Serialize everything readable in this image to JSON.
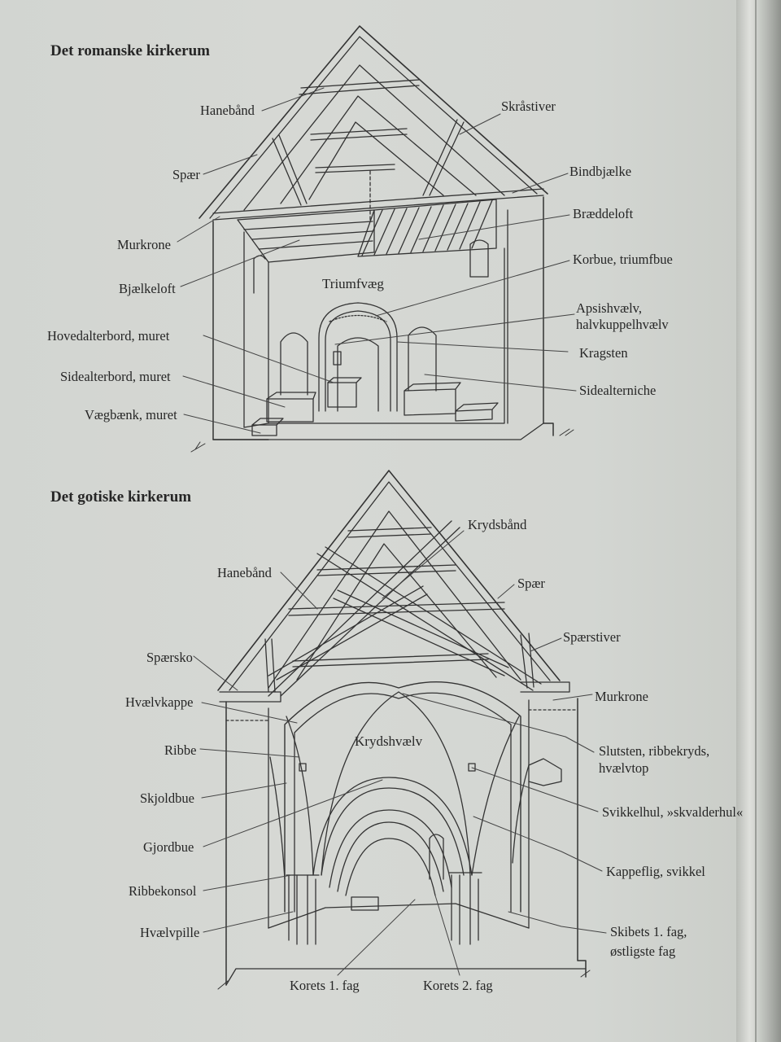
{
  "romanesque": {
    "title": "Det romanske kirkerum",
    "labels": {
      "hanebaand": "Hanebånd",
      "skraastiver": "Skråstiver",
      "spaer": "Spær",
      "bindbjaelke": "Bindbjælke",
      "braeddeloft": "Bræddeloft",
      "murkrone": "Murkrone",
      "bjaelkeloft": "Bjælkeloft",
      "korbue": "Korbue, triumfbue",
      "triumfvaeg": "Triumfvæg",
      "apsishvaelv_1": "Apsishvælv,",
      "apsishvaelv_2": "halvkuppelhvælv",
      "hovedalterbord": "Hovedalterbord, muret",
      "kragsten": "Kragsten",
      "sidealterbord": "Sidealterbord, muret",
      "sidealterniche": "Sidealterniche",
      "vaegbaenk": "Vægbænk, muret"
    }
  },
  "gothic": {
    "title": "Det gotiske kirkerum",
    "labels": {
      "krydsbaand": "Krydsbånd",
      "hanebaand": "Hanebånd",
      "spaer": "Spær",
      "spaerstiver": "Spærstiver",
      "spaersko": "Spærsko",
      "murkrone": "Murkrone",
      "hvaelvkappe": "Hvælvkappe",
      "krydshvaelv": "Krydshvælv",
      "slutsten_1": "Slutsten, ribbekryds,",
      "slutsten_2": "hvælvtop",
      "ribbe": "Ribbe",
      "skjoldbue": "Skjoldbue",
      "svikkelhul": "Svikkelhul, »skvalderhul«",
      "gjordbue": "Gjordbue",
      "kappeflig": "Kappeflig, svikkel",
      "ribbekonsol": "Ribbekonsol",
      "hvaelvpille": "Hvælvpille",
      "skibets_1": "Skibets 1. fag,",
      "skibets_2": "østligste fag",
      "korets1": "Korets 1. fag",
      "korets2": "Korets 2. fag"
    }
  }
}
